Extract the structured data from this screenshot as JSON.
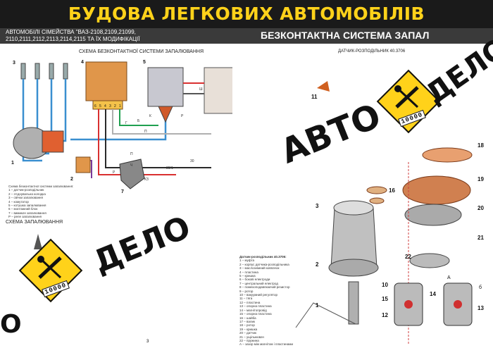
{
  "header": {
    "title": "БУДОВА ЛЕГКОВИХ АВТОМОБІЛІВ",
    "models_line1": "АВТОМОБІЛІ СІМЕЙСТВА \"ВАЗ-2108,2109,21099,",
    "models_line2": "2110,2111,2112,2113,2114,2115 ТА ЇХ МОДИФІКАЦІЇ",
    "system_title": "БЕЗКОНТАКТНА СИСТЕМА ЗАПАЛ"
  },
  "left_panel": {
    "diagram_title": "СХЕМА БЕЗКОНТАКТНОЇ СИСТЕМИ ЗАПАЛЮВАННЯ",
    "section2_title": "СХЕМА ЗАПАЛЮВАННЯ",
    "callouts": [
      "3",
      "4",
      "5",
      "6",
      "1",
      "2",
      "7"
    ],
    "wire_labels": [
      "Ш",
      "Б",
      "К",
      "Р",
      "Г",
      "П",
      "Ч",
      "Р",
      "30/1",
      "30",
      "П",
      "КЗ"
    ],
    "connector_pins": [
      "6",
      "5",
      "4",
      "3",
      "2",
      "1"
    ],
    "legend": [
      "Схема безконтактної системи запалювання:",
      "1 – датчик-розподільник",
      "2 – з'єднувальна колодка",
      "3 – свічки запалювання",
      "4 – комутатор",
      "5 – котушка запалювання",
      "6 – монтажний блок",
      "7 – вимикач запалювання",
      "Р – реле запалювання"
    ]
  },
  "right_panel": {
    "sensor_title": "ДАТЧИК-РОЗПОДІЛЬНИК 40.3706",
    "view_a": "а",
    "view_b": "б",
    "dim_label": "А",
    "part_numbers": [
      "11",
      "18",
      "19",
      "16",
      "3",
      "20",
      "21",
      "22",
      "2",
      "10",
      "15",
      "12",
      "14",
      "13",
      "1"
    ],
    "legend_title": "Датчик-розподільник 40.3706:",
    "legend": [
      "1 – муфта",
      "2 – корпус датчика-розподільника",
      "3 – маслознімний ковпачок",
      "4 – пластина",
      "5 – кришка",
      "6 – бокові електроди",
      "7 – центральний електрод",
      "8 – помехоподавлюючий резистор",
      "9 – ротор",
      "10 – вакуумний регулятор",
      "11 – тяга",
      "12 – пластина",
      "13 – опорна пластина",
      "14 – магнітопровід",
      "15 – опорна пластина",
      "16 – шайба",
      "17 – валик",
      "18 – ротор",
      "19 – кришка",
      "20 – датчик",
      "21 – ущільнювач",
      "22 – пружина",
      "А – зазор між магнітом і пластинами"
    ],
    "page_number": "3"
  },
  "watermark": {
    "word1": "АВТО",
    "word2": "ДЕЛО",
    "counter": "10000"
  }
}
